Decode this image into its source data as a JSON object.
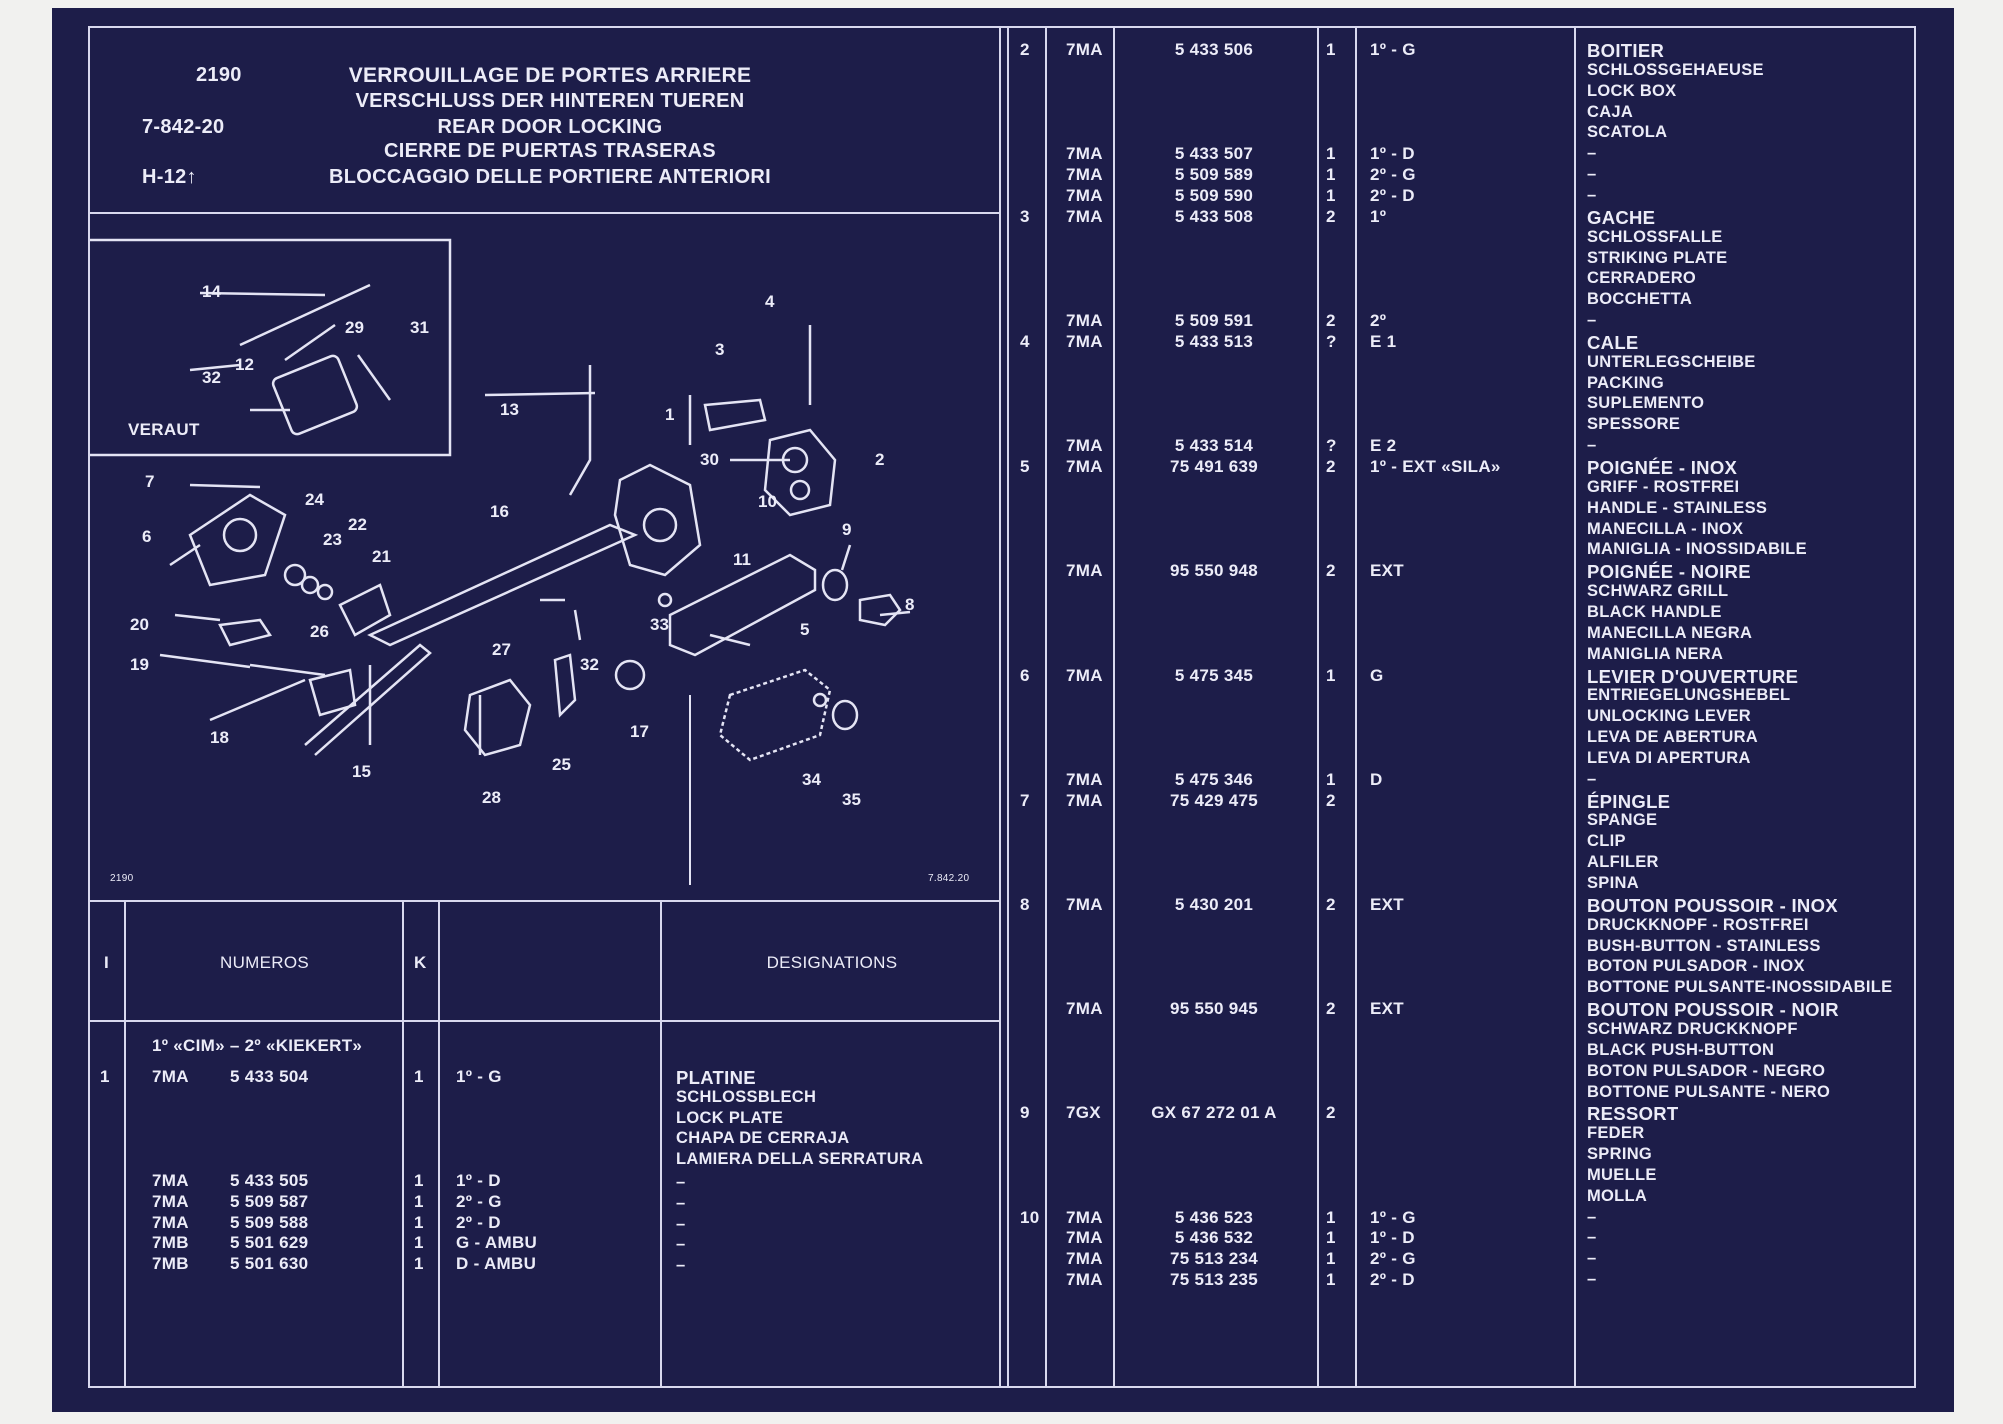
{
  "header": {
    "page_number": "2190",
    "doc_number": "7-842-20",
    "model": "H-12↑",
    "titles": [
      "VERROUILLAGE DE PORTES ARRIERE",
      "VERSCHLUSS DER HINTEREN TUEREN",
      "REAR DOOR LOCKING",
      "CIERRE DE PUERTAS TRASERAS",
      "BLOCCAGGIO DELLE PORTIERE ANTERIORI"
    ]
  },
  "diagram": {
    "inset_label": "VERAUT",
    "corner_left": "2190",
    "corner_right": "7.842.20",
    "callouts": [
      "1",
      "2",
      "3",
      "4",
      "5",
      "6",
      "7",
      "8",
      "9",
      "10",
      "11",
      "12",
      "13",
      "14",
      "15",
      "16",
      "17",
      "18",
      "19",
      "20",
      "21",
      "22",
      "23",
      "24",
      "25",
      "26",
      "27",
      "28",
      "29",
      "30",
      "31",
      "32",
      "32",
      "33",
      "34",
      "35"
    ]
  },
  "table_header": {
    "col_i": "I",
    "col_numeros": "NUMEROS",
    "col_k": "K",
    "col_designations": "DESIGNATIONS"
  },
  "supplier_note": "1º «CIM» – 2º «KIEKERT»",
  "left_rows": [
    {
      "item": "1",
      "lines": [
        [
          "7MA",
          "5 433 504",
          "1",
          "1º - G"
        ],
        [
          "",
          "",
          "",
          ""
        ],
        [
          "",
          "",
          "",
          ""
        ],
        [
          "",
          "",
          "",
          ""
        ],
        [
          "",
          "",
          "",
          ""
        ],
        [
          "7MA",
          "5 433 505",
          "1",
          "1º - D"
        ],
        [
          "7MA",
          "5 509 587",
          "1",
          "2º - G"
        ],
        [
          "7MA",
          "5 509 588",
          "1",
          "2º - D"
        ],
        [
          "7MB",
          "5 501 629",
          "1",
          "G - AMBU"
        ],
        [
          "7MB",
          "5 501 630",
          "1",
          "D - AMBU"
        ]
      ],
      "desc": [
        "PLATINE",
        "SCHLOSSBLECH",
        "LOCK PLATE",
        "CHAPA DE CERRAJA",
        "LAMIERA DELLA SERRATURA",
        "–",
        "–",
        "–",
        "–",
        "–"
      ]
    }
  ],
  "right_rows": [
    {
      "item": "2",
      "desc_start": 0
    },
    {
      "item": "3",
      "desc_start": 8
    },
    {
      "item": "4",
      "desc_start": 14
    },
    {
      "item": "5",
      "desc_start": 20
    },
    {
      "item": "6",
      "desc_start": 30
    },
    {
      "item": "7",
      "desc_start": 36
    },
    {
      "item": "8",
      "desc_start": 41
    },
    {
      "item": "9",
      "desc_start": 51
    },
    {
      "item": "10",
      "desc_start": 57
    }
  ],
  "right_lines": [
    [
      "2",
      "7MA",
      "5 433 506",
      "1",
      "1º - G",
      "BOITIER",
      true
    ],
    [
      "",
      "",
      "",
      "",
      "",
      "SCHLOSSGEHAEUSE",
      false
    ],
    [
      "",
      "",
      "",
      "",
      "",
      "LOCK BOX",
      false
    ],
    [
      "",
      "",
      "",
      "",
      "",
      "CAJA",
      false
    ],
    [
      "",
      "",
      "",
      "",
      "",
      "SCATOLA",
      false
    ],
    [
      "",
      "7MA",
      "5 433 507",
      "1",
      "1º - D",
      "–",
      false
    ],
    [
      "",
      "7MA",
      "5 509 589",
      "1",
      "2º - G",
      "–",
      false
    ],
    [
      "",
      "7MA",
      "5 509 590",
      "1",
      "2º - D",
      "–",
      false
    ],
    [
      "3",
      "7MA",
      "5 433 508",
      "2",
      "1º",
      "GACHE",
      true
    ],
    [
      "",
      "",
      "",
      "",
      "",
      "SCHLOSSFALLE",
      false
    ],
    [
      "",
      "",
      "",
      "",
      "",
      "STRIKING PLATE",
      false
    ],
    [
      "",
      "",
      "",
      "",
      "",
      "CERRADERO",
      false
    ],
    [
      "",
      "",
      "",
      "",
      "",
      "BOCCHETTA",
      false
    ],
    [
      "",
      "7MA",
      "5 509 591",
      "2",
      "2º",
      "–",
      false
    ],
    [
      "4",
      "7MA",
      "5 433 513",
      "?",
      "E 1",
      "CALE",
      true
    ],
    [
      "",
      "",
      "",
      "",
      "",
      "UNTERLEGSCHEIBE",
      false
    ],
    [
      "",
      "",
      "",
      "",
      "",
      "PACKING",
      false
    ],
    [
      "",
      "",
      "",
      "",
      "",
      "SUPLEMENTO",
      false
    ],
    [
      "",
      "",
      "",
      "",
      "",
      "SPESSORE",
      false
    ],
    [
      "",
      "7MA",
      "5 433 514",
      "?",
      "E 2",
      "–",
      false
    ],
    [
      "5",
      "7MA",
      "75 491 639",
      "2",
      "1º - EXT «SILA»",
      "POIGNÉE - INOX",
      true
    ],
    [
      "",
      "",
      "",
      "",
      "",
      "GRIFF - ROSTFREI",
      false
    ],
    [
      "",
      "",
      "",
      "",
      "",
      "HANDLE - STAINLESS",
      false
    ],
    [
      "",
      "",
      "",
      "",
      "",
      "MANECILLA - INOX",
      false
    ],
    [
      "",
      "",
      "",
      "",
      "",
      "MANIGLIA - INOSSIDABILE",
      false
    ],
    [
      "",
      "7MA",
      "95 550 948",
      "2",
      "EXT",
      "POIGNÉE - NOIRE",
      true
    ],
    [
      "",
      "",
      "",
      "",
      "",
      "SCHWARZ GRILL",
      false
    ],
    [
      "",
      "",
      "",
      "",
      "",
      "BLACK HANDLE",
      false
    ],
    [
      "",
      "",
      "",
      "",
      "",
      "MANECILLA NEGRA",
      false
    ],
    [
      "",
      "",
      "",
      "",
      "",
      "MANIGLIA NERA",
      false
    ],
    [
      "6",
      "7MA",
      "5 475 345",
      "1",
      "G",
      "LEVIER D'OUVERTURE",
      true
    ],
    [
      "",
      "",
      "",
      "",
      "",
      "ENTRIEGELUNGSHEBEL",
      false
    ],
    [
      "",
      "",
      "",
      "",
      "",
      "UNLOCKING LEVER",
      false
    ],
    [
      "",
      "",
      "",
      "",
      "",
      "LEVA DE ABERTURA",
      false
    ],
    [
      "",
      "",
      "",
      "",
      "",
      "LEVA DI APERTURA",
      false
    ],
    [
      "",
      "7MA",
      "5 475 346",
      "1",
      "D",
      "–",
      false
    ],
    [
      "7",
      "7MA",
      "75 429 475",
      "2",
      "",
      "ÉPINGLE",
      true
    ],
    [
      "",
      "",
      "",
      "",
      "",
      "SPANGE",
      false
    ],
    [
      "",
      "",
      "",
      "",
      "",
      "CLIP",
      false
    ],
    [
      "",
      "",
      "",
      "",
      "",
      "ALFILER",
      false
    ],
    [
      "",
      "",
      "",
      "",
      "",
      "SPINA",
      false
    ],
    [
      "8",
      "7MA",
      "5 430 201",
      "2",
      "EXT",
      "BOUTON POUSSOIR - INOX",
      true
    ],
    [
      "",
      "",
      "",
      "",
      "",
      "DRUCKKNOPF - ROSTFREI",
      false
    ],
    [
      "",
      "",
      "",
      "",
      "",
      "BUSH-BUTTON - STAINLESS",
      false
    ],
    [
      "",
      "",
      "",
      "",
      "",
      "BOTON PULSADOR - INOX",
      false
    ],
    [
      "",
      "",
      "",
      "",
      "",
      "BOTTONE PULSANTE-INOSSIDABILE",
      false
    ],
    [
      "",
      "7MA",
      "95 550 945",
      "2",
      "EXT",
      "BOUTON POUSSOIR - NOIR",
      true
    ],
    [
      "",
      "",
      "",
      "",
      "",
      "SCHWARZ DRUCKKNOPF",
      false
    ],
    [
      "",
      "",
      "",
      "",
      "",
      "BLACK PUSH-BUTTON",
      false
    ],
    [
      "",
      "",
      "",
      "",
      "",
      "BOTON PULSADOR - NEGRO",
      false
    ],
    [
      "",
      "",
      "",
      "",
      "",
      "BOTTONE PULSANTE - NERO",
      false
    ],
    [
      "9",
      "7GX",
      "GX 67 272 01 A",
      "2",
      "",
      "RESSORT",
      true
    ],
    [
      "",
      "",
      "",
      "",
      "",
      "FEDER",
      false
    ],
    [
      "",
      "",
      "",
      "",
      "",
      "SPRING",
      false
    ],
    [
      "",
      "",
      "",
      "",
      "",
      "MUELLE",
      false
    ],
    [
      "",
      "",
      "",
      "",
      "",
      "MOLLA",
      false
    ],
    [
      "10",
      "7MA",
      "5 436 523",
      "1",
      "1º - G",
      "–",
      false
    ],
    [
      "",
      "7MA",
      "5 436 532",
      "1",
      "1º - D",
      "–",
      false
    ],
    [
      "",
      "7MA",
      "75 513 234",
      "1",
      "2º - G",
      "–",
      false
    ],
    [
      "",
      "7MA",
      "75 513 235",
      "1",
      "2º - D",
      "–",
      false
    ]
  ],
  "colors": {
    "background": "#1d1d49",
    "ink": "#ececf8",
    "paper": "#f1f1ef"
  }
}
